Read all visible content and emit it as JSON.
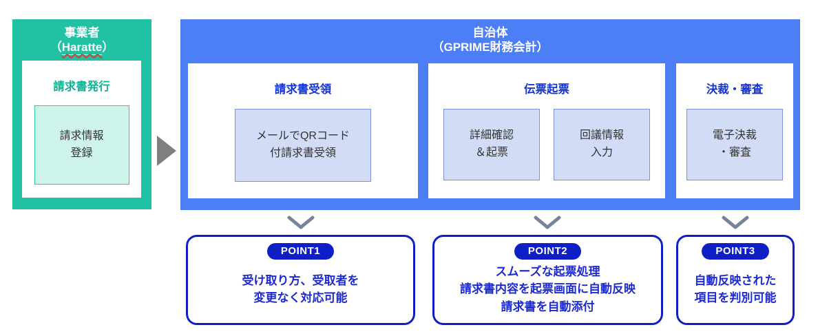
{
  "vendor": {
    "title_line1": "事業者",
    "paren_open": "（",
    "name": "Haratte",
    "paren_close": "）",
    "step_title": "請求書発行",
    "task": {
      "line1": "請求情報",
      "line2": "登録"
    }
  },
  "government": {
    "title_line1": "自治体",
    "title_line2": "（GPRIME財務会計）",
    "sections": [
      {
        "title": "請求書受領",
        "tasks": [
          {
            "line1": "メールでQRコード",
            "line2": "付請求書受領"
          }
        ]
      },
      {
        "title": "伝票起票",
        "tasks": [
          {
            "line1": "詳細確認",
            "line2": "＆起票"
          },
          {
            "line1": "回議情報",
            "line2": "入力"
          }
        ]
      },
      {
        "title": "決裁・審査",
        "tasks": [
          {
            "line1": "電子決裁",
            "line2": "・審査"
          }
        ]
      }
    ]
  },
  "points": [
    {
      "badge": "POINT1",
      "lines": [
        "受け取り方、受取者を",
        "変更なく対応可能"
      ]
    },
    {
      "badge": "POINT2",
      "lines": [
        "スムーズな起票処理",
        "請求書内容を起票画面に自動反映",
        "請求書を自動添付"
      ]
    },
    {
      "badge": "POINT3",
      "lines": [
        "自動反映された",
        "項目を判別可能"
      ]
    }
  ],
  "colors": {
    "vendor_teal": "#21c2a3",
    "vendor_step_title_teal": "#10b495",
    "vendor_task_bg": "#cef3ea",
    "vendor_task_border": "#2fc7a9",
    "gov_blue": "#4c7ef5",
    "section_title_blue": "#1534d4",
    "task_bg": "#d2dcf7",
    "task_border": "#7c90dd",
    "point_blue": "#0f1fc5",
    "point_text_blue": "#1d2ad2",
    "chevron_gray": "#76849b",
    "arrow_gray": "#7f7f7f",
    "spellcheck_red": "#e0392c"
  }
}
